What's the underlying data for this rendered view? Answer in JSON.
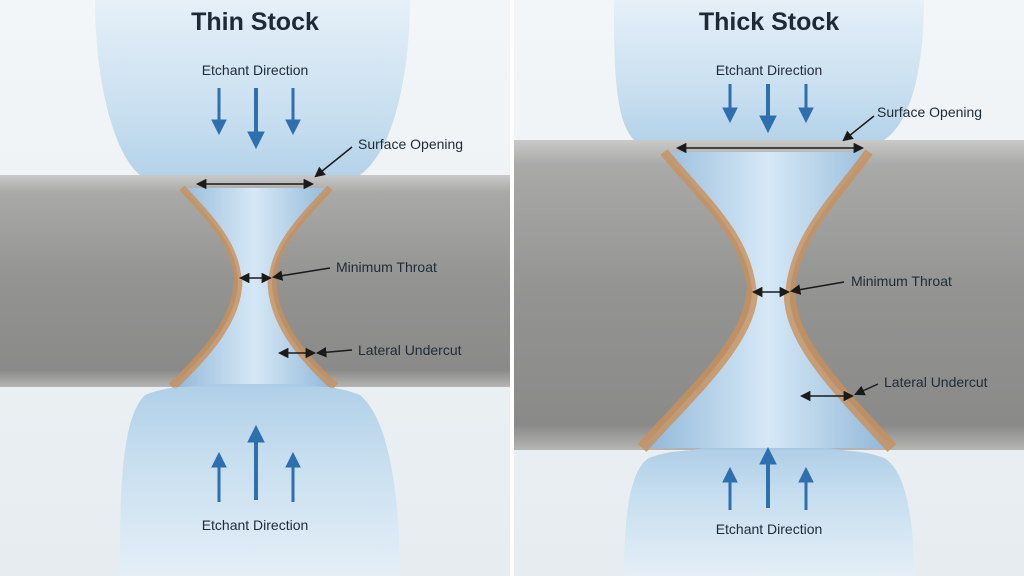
{
  "panels": [
    {
      "title": "Thin Stock",
      "etchant_top": "Etchant Direction",
      "etchant_bottom": "Etchant Direction",
      "callouts": {
        "surface_opening": "Surface Opening",
        "minimum_throat": "Minimum Throat",
        "lateral_undercut": "Lateral Undercut"
      }
    },
    {
      "title": "Thick Stock",
      "etchant_top": "Etchant Direction",
      "etchant_bottom": "Etchant Direction",
      "callouts": {
        "surface_opening": "Surface Opening",
        "minimum_throat": "Minimum Throat",
        "lateral_undercut": "Lateral Undercut"
      }
    }
  ],
  "colors": {
    "metal": "#9a9a99",
    "etchant": "#b7d3ea",
    "arrow": "#2f6fb0",
    "undercut_rim": "#c8905a"
  }
}
